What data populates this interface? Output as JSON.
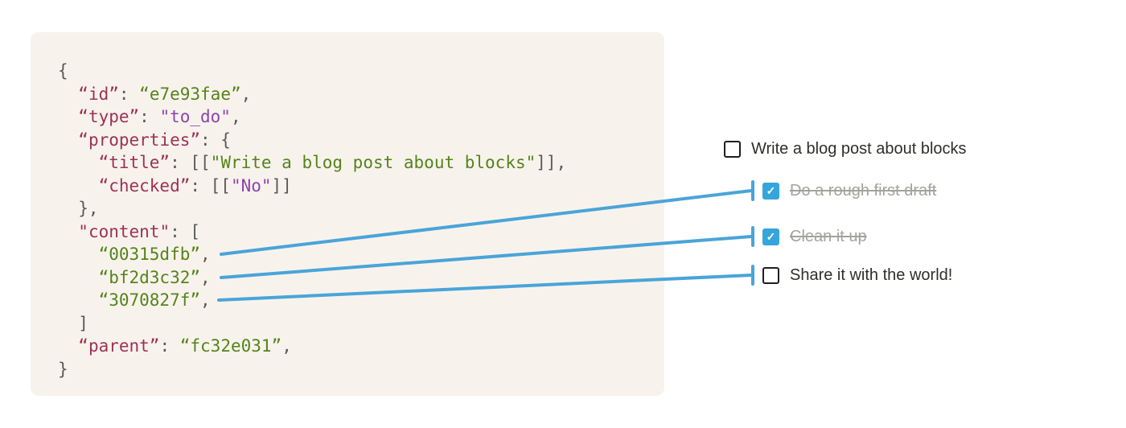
{
  "colors": {
    "panel_bg": "#f7f3ec",
    "punct": "#5a5a58",
    "key": "#9d3157",
    "green": "#55831c",
    "purple": "#8e44ad",
    "connector": "#4aa4d9",
    "check_bg": "#36a5dc",
    "box_border": "#1f1f1f",
    "todo_text": "#2e2e2a",
    "done_text": "#a3a39e"
  },
  "code": {
    "lines": [
      {
        "tokens": [
          {
            "type": "p",
            "text": "{"
          }
        ]
      },
      {
        "tokens": [
          {
            "type": "p",
            "text": "  "
          },
          {
            "type": "k",
            "text": "“id”"
          },
          {
            "type": "p",
            "text": ": "
          },
          {
            "type": "g",
            "text": "“e7e93fae”"
          },
          {
            "type": "p",
            "text": ","
          }
        ]
      },
      {
        "tokens": [
          {
            "type": "p",
            "text": "  "
          },
          {
            "type": "k",
            "text": "“type”"
          },
          {
            "type": "p",
            "text": ": "
          },
          {
            "type": "v",
            "text": "\"to_do\""
          },
          {
            "type": "p",
            "text": ","
          }
        ]
      },
      {
        "tokens": [
          {
            "type": "p",
            "text": "  "
          },
          {
            "type": "k",
            "text": "“properties”"
          },
          {
            "type": "p",
            "text": ": {"
          }
        ]
      },
      {
        "tokens": [
          {
            "type": "p",
            "text": "    "
          },
          {
            "type": "k",
            "text": "“title”"
          },
          {
            "type": "p",
            "text": ": [["
          },
          {
            "type": "g",
            "text": "\"Write a blog post about blocks\""
          },
          {
            "type": "p",
            "text": "]],"
          }
        ]
      },
      {
        "tokens": [
          {
            "type": "p",
            "text": "    "
          },
          {
            "type": "k",
            "text": "“checked”"
          },
          {
            "type": "p",
            "text": ": [["
          },
          {
            "type": "v",
            "text": "\"No\""
          },
          {
            "type": "p",
            "text": "]]"
          }
        ]
      },
      {
        "tokens": [
          {
            "type": "p",
            "text": "  },"
          }
        ]
      },
      {
        "tokens": [
          {
            "type": "p",
            "text": "  "
          },
          {
            "type": "k",
            "text": "\"content\""
          },
          {
            "type": "p",
            "text": ": ["
          }
        ]
      },
      {
        "tokens": [
          {
            "type": "p",
            "text": "    "
          },
          {
            "type": "g",
            "text": "“00315dfb”"
          },
          {
            "type": "p",
            "text": ","
          }
        ]
      },
      {
        "tokens": [
          {
            "type": "p",
            "text": "    "
          },
          {
            "type": "g",
            "text": "“bf2d3c32”"
          },
          {
            "type": "p",
            "text": ","
          }
        ]
      },
      {
        "tokens": [
          {
            "type": "p",
            "text": "    "
          },
          {
            "type": "g",
            "text": "“3070827f”"
          },
          {
            "type": "p",
            "text": ","
          }
        ]
      },
      {
        "tokens": [
          {
            "type": "p",
            "text": "  ]"
          }
        ]
      },
      {
        "tokens": [
          {
            "type": "p",
            "text": "  "
          },
          {
            "type": "k",
            "text": "“parent”"
          },
          {
            "type": "p",
            "text": ": "
          },
          {
            "type": "g",
            "text": "“fc32e031”"
          },
          {
            "type": "p",
            "text": ","
          }
        ]
      },
      {
        "tokens": [
          {
            "type": "p",
            "text": "}"
          }
        ]
      }
    ]
  },
  "todo": {
    "check_glyph": "✓",
    "items": [
      {
        "label": "Write a blog post about blocks",
        "checked": false,
        "done": false,
        "indent": 0
      },
      {
        "label": "Do a rough first draft",
        "checked": true,
        "done": true,
        "indent": 1
      },
      {
        "label": "Clean it up",
        "checked": true,
        "done": true,
        "indent": 1
      },
      {
        "label": "Share it with the world!",
        "checked": false,
        "done": false,
        "indent": 1
      }
    ]
  },
  "connectors": [
    {
      "from_text": "00315dfb",
      "to_label": "Do a rough first draft"
    },
    {
      "from_text": "bf2d3c32",
      "to_label": "Clean it up"
    },
    {
      "from_text": "3070827f",
      "to_label": "Share it with the world!"
    }
  ]
}
